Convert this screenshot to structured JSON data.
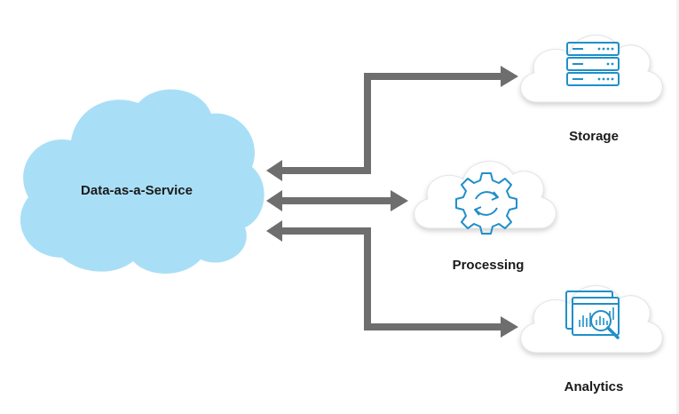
{
  "diagram": {
    "center": {
      "label": "Data-as-a-Service",
      "fill": "#a9dff6"
    },
    "nodes": [
      {
        "id": "storage",
        "label": "Storage",
        "icon": "server-stack-icon"
      },
      {
        "id": "processing",
        "label": "Processing",
        "icon": "gear-sync-icon"
      },
      {
        "id": "analytics",
        "label": "Analytics",
        "icon": "chart-magnifier-icon"
      }
    ],
    "colors": {
      "arrow": "#6e6e6e",
      "icon": "#1f8fc9",
      "cloud_outline": "#cfcfcf",
      "text": "#1a1a1a"
    }
  }
}
